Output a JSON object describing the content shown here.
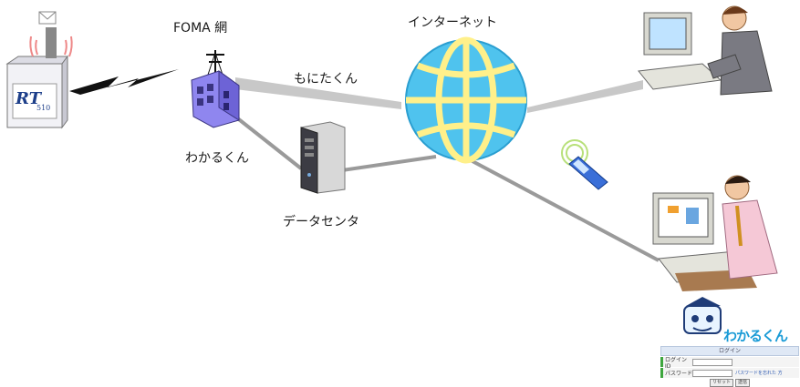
{
  "labels": {
    "foma": "FOMA 網",
    "internet": "インターネット",
    "monitor": "もにたくん",
    "wakaru": "わかるくん",
    "datacenter": "データセンタ"
  },
  "device": {
    "logo": "RT",
    "model": "510"
  },
  "login": {
    "brand": "わかるくん",
    "title": "ログイン",
    "id_label": "ログインID",
    "password_label": "パスワード",
    "forgot_link": "パスワードを忘れた 方",
    "reset_button": "リセット",
    "submit_button": "送信"
  },
  "colors": {
    "globe": "#4fc3ee",
    "globe_band": "#fff08a",
    "tower": "#8a7fe8",
    "link_gray": "#a8a8a8"
  }
}
